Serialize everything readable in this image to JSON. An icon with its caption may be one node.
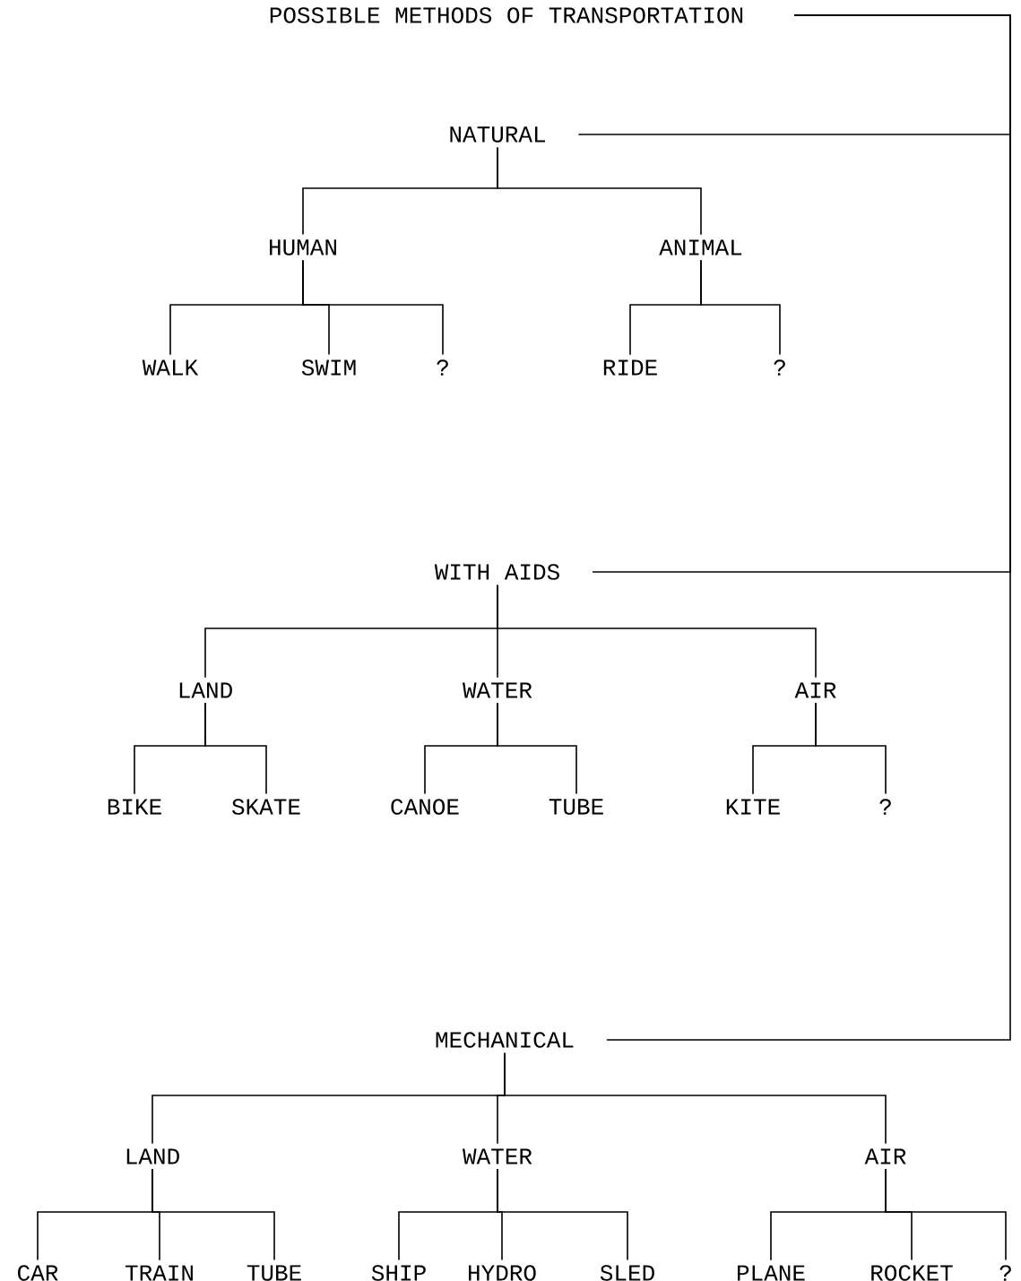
{
  "diagram": {
    "nodes": [
      {
        "text": [
          "POSSIBLE METHODS OF TRANSPORTATION"
        ]
      },
      {
        "text": [
          "NATURAL"
        ]
      },
      {
        "text": [
          "HUMAN"
        ]
      },
      {
        "text": [
          "ANIMAL"
        ]
      },
      {
        "text": [
          "WALK"
        ]
      },
      {
        "text": [
          "SWIM"
        ]
      },
      {
        "text": [
          "?"
        ]
      },
      {
        "text": [
          "RIDE"
        ]
      },
      {
        "text": [
          "?"
        ]
      },
      {
        "text": [
          "WITH AIDS"
        ]
      },
      {
        "text": [
          "LAND"
        ]
      },
      {
        "text": [
          "WATER"
        ]
      },
      {
        "text": [
          "AIR"
        ]
      },
      {
        "text": [
          "BIKE"
        ]
      },
      {
        "text": [
          "SKATE"
        ]
      },
      {
        "text": [
          "CANOE"
        ]
      },
      {
        "text": [
          "TUBE"
        ]
      },
      {
        "text": [
          "KITE"
        ]
      },
      {
        "text": [
          "?"
        ]
      },
      {
        "text": [
          "MECHANICAL"
        ]
      },
      {
        "text": [
          "LAND"
        ]
      },
      {
        "text": [
          "WATER"
        ]
      },
      {
        "text": [
          "AIR"
        ]
      },
      {
        "text": [
          "CAR"
        ]
      },
      {
        "text": [
          "TRAIN"
        ]
      },
      {
        "text": [
          "TUBE"
        ]
      },
      {
        "text": [
          "SHIP"
        ]
      },
      {
        "text": [
          "HYDRO"
        ]
      },
      {
        "text": [
          "SLED"
        ]
      },
      {
        "text": [
          "PLANE"
        ]
      },
      {
        "text": [
          "ROCKET"
        ]
      },
      {
        "text": [
          "?"
        ]
      }
    ],
    "edges": [
      {
        "from": 0,
        "to": 1,
        "arrow": "none"
      },
      {
        "from": 0,
        "to": 9,
        "arrow": "none"
      },
      {
        "from": 0,
        "to": 19,
        "arrow": "none"
      },
      {
        "from": 1,
        "to": 2,
        "arrow": "none"
      },
      {
        "from": 1,
        "to": 3,
        "arrow": "none"
      },
      {
        "from": 2,
        "to": 4,
        "arrow": "none"
      },
      {
        "from": 2,
        "to": 5,
        "arrow": "none"
      },
      {
        "from": 2,
        "to": 6,
        "arrow": "none"
      },
      {
        "from": 3,
        "to": 7,
        "arrow": "none"
      },
      {
        "from": 3,
        "to": 8,
        "arrow": "none"
      },
      {
        "from": 9,
        "to": 10,
        "arrow": "none"
      },
      {
        "from": 9,
        "to": 11,
        "arrow": "none"
      },
      {
        "from": 9,
        "to": 12,
        "arrow": "none"
      },
      {
        "from": 10,
        "to": 13,
        "arrow": "none"
      },
      {
        "from": 10,
        "to": 14,
        "arrow": "none"
      },
      {
        "from": 11,
        "to": 15,
        "arrow": "none"
      },
      {
        "from": 11,
        "to": 16,
        "arrow": "none"
      },
      {
        "from": 12,
        "to": 17,
        "arrow": "none"
      },
      {
        "from": 12,
        "to": 18,
        "arrow": "none"
      },
      {
        "from": 19,
        "to": 20,
        "arrow": "none"
      },
      {
        "from": 19,
        "to": 21,
        "arrow": "none"
      },
      {
        "from": 19,
        "to": 22,
        "arrow": "none"
      },
      {
        "from": 20,
        "to": 23,
        "arrow": "none"
      },
      {
        "from": 20,
        "to": 24,
        "arrow": "none"
      },
      {
        "from": 20,
        "to": 25,
        "arrow": "none"
      },
      {
        "from": 21,
        "to": 26,
        "arrow": "none"
      },
      {
        "from": 21,
        "to": 27,
        "arrow": "none"
      },
      {
        "from": 21,
        "to": 28,
        "arrow": "none"
      },
      {
        "from": 22,
        "to": 29,
        "arrow": "none"
      },
      {
        "from": 22,
        "to": 30,
        "arrow": "none"
      },
      {
        "from": 22,
        "to": 31,
        "arrow": "none"
      }
    ]
  }
}
